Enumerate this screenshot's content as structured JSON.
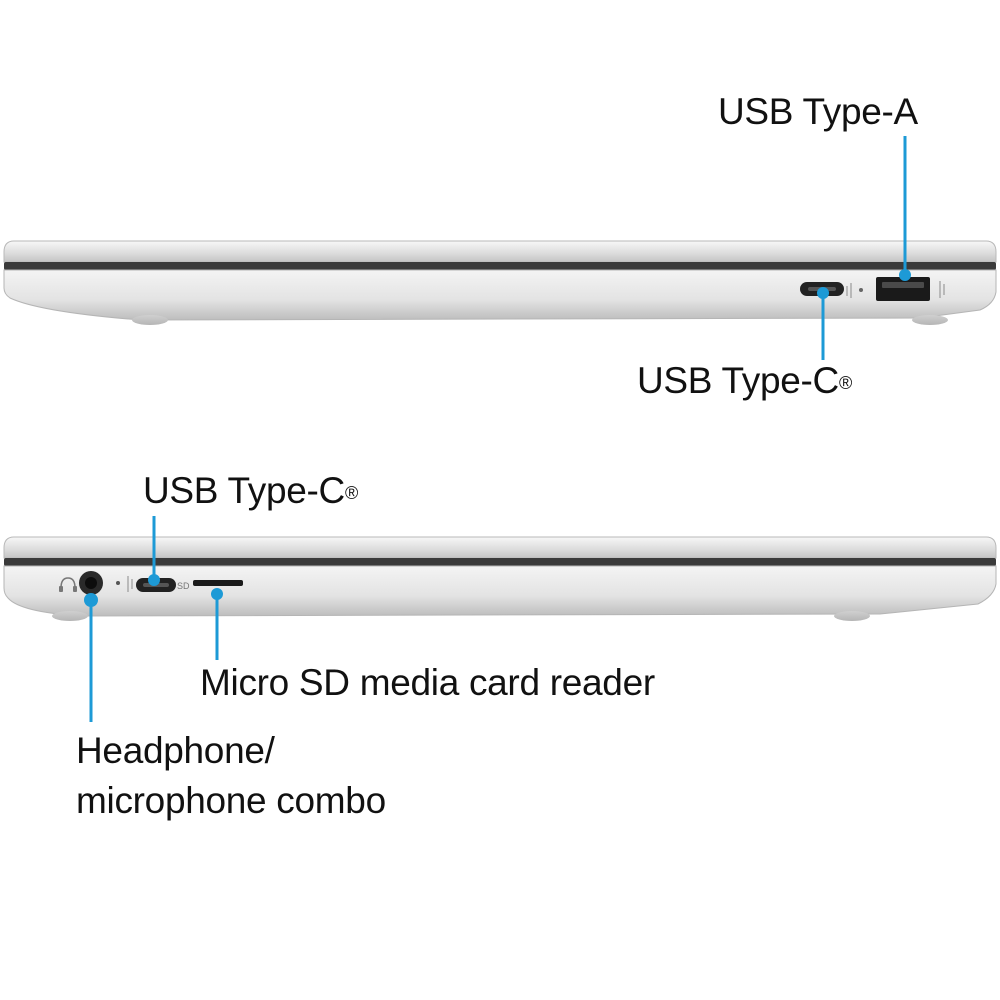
{
  "colors": {
    "callout": "#1d9ad6",
    "label_text": "#111111",
    "chassis_light": "#f1f1f1",
    "chassis_mid": "#d9d9d9",
    "chassis_dark": "#a9a9a9",
    "seam": "#3a3a3a",
    "port_black": "#1a1a1a"
  },
  "right_side_view": {
    "usb_a_label": "USB Type-A",
    "usb_c_label": "USB Type-C",
    "usb_c_mark": "®",
    "usb_a_icon": "usb-a-port-icon",
    "usb_c_icon": "usb-c-port-icon"
  },
  "left_side_view": {
    "usb_c_label": "USB Type-C",
    "usb_c_mark": "®",
    "sd_label": "Micro SD media card reader",
    "sd_port_text": "SD",
    "headphone_label_line1": "Headphone/",
    "headphone_label_line2": "microphone combo",
    "headphone_icon": "headphone-icon",
    "sd_icon": "sd-slot-icon"
  }
}
